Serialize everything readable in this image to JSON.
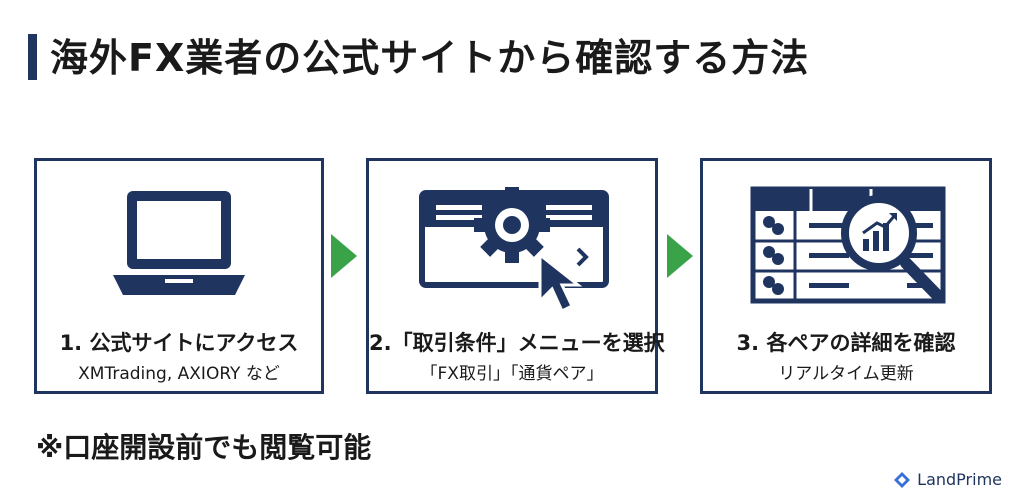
{
  "title": "海外FX業者の公式サイトから確認する方法",
  "steps": [
    {
      "label": "1. 公式サイトにアクセス",
      "sub": "XMTrading, AXIORY など",
      "icon": "laptop-icon"
    },
    {
      "label": "2.「取引条件」メニューを選択",
      "sub": "「FX取引」「通貨ペア」",
      "icon": "settings-cursor-icon"
    },
    {
      "label": "3. 各ペアの詳細を確認",
      "sub": "リアルタイム更新",
      "icon": "table-magnifier-icon"
    }
  ],
  "note": "※口座開設前でも閲覧可能",
  "brand": "LandPrime",
  "colors": {
    "navy": "#1f3560",
    "arrow": "#3aa34a"
  }
}
